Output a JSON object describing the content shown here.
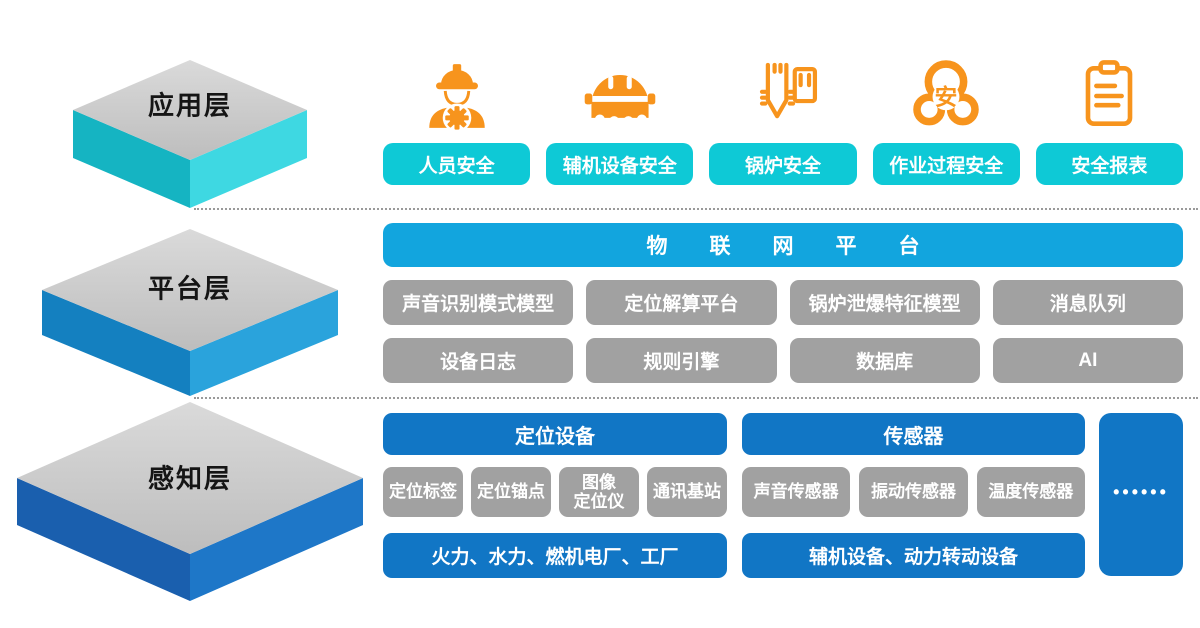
{
  "application_layer": {
    "box_label": "应用层",
    "items": [
      {
        "icon": "worker-safety-icon",
        "label": "人员安全"
      },
      {
        "icon": "equipment-helmet-icon",
        "label": "辅机设备安全"
      },
      {
        "icon": "boiler-icon",
        "label": "锅炉安全"
      },
      {
        "icon": "process-safety-emblem-icon",
        "label": "作业过程安全",
        "emblem_char": "安"
      },
      {
        "icon": "safety-report-icon",
        "label": "安全报表"
      }
    ]
  },
  "platform_layer": {
    "box_label": "平台层",
    "iot_bar_label": "物联网平台",
    "modules": [
      "声音识别模式模型",
      "定位解算平台",
      "锅炉泄爆特征模型",
      "消息队列",
      "设备日志",
      "规则引擎",
      "数据库",
      "AI"
    ]
  },
  "perception_layer": {
    "box_label": "感知层",
    "positioning_group": {
      "header": "定位设备",
      "devices": [
        "定位标签",
        "定位锚点",
        "图像\n定位仪",
        "通讯基站"
      ],
      "targets": "火力、水力、燃机电厂、工厂"
    },
    "sensor_group": {
      "header": "传感器",
      "devices": [
        "声音传感器",
        "振动传感器",
        "温度传感器"
      ],
      "targets": "辅机设备、动力转动设备"
    },
    "more_indicator": "••••••"
  },
  "colors": {
    "accent_orange": "#f7941d",
    "app_button_cyan": "#0ec9d6",
    "iot_bar_blue": "#12a5de",
    "module_gray": "#a1a1a1",
    "perception_blue": "#1176c5",
    "app_cube_left": "#15b4c2",
    "app_cube_right": "#3ed8e2",
    "platform_cube_left": "#1480c0",
    "platform_cube_right": "#2aa3dc",
    "perception_cube_left": "#1a5fae",
    "perception_cube_right": "#1e77c8",
    "cube_top_gray": "#cfcfcf"
  }
}
